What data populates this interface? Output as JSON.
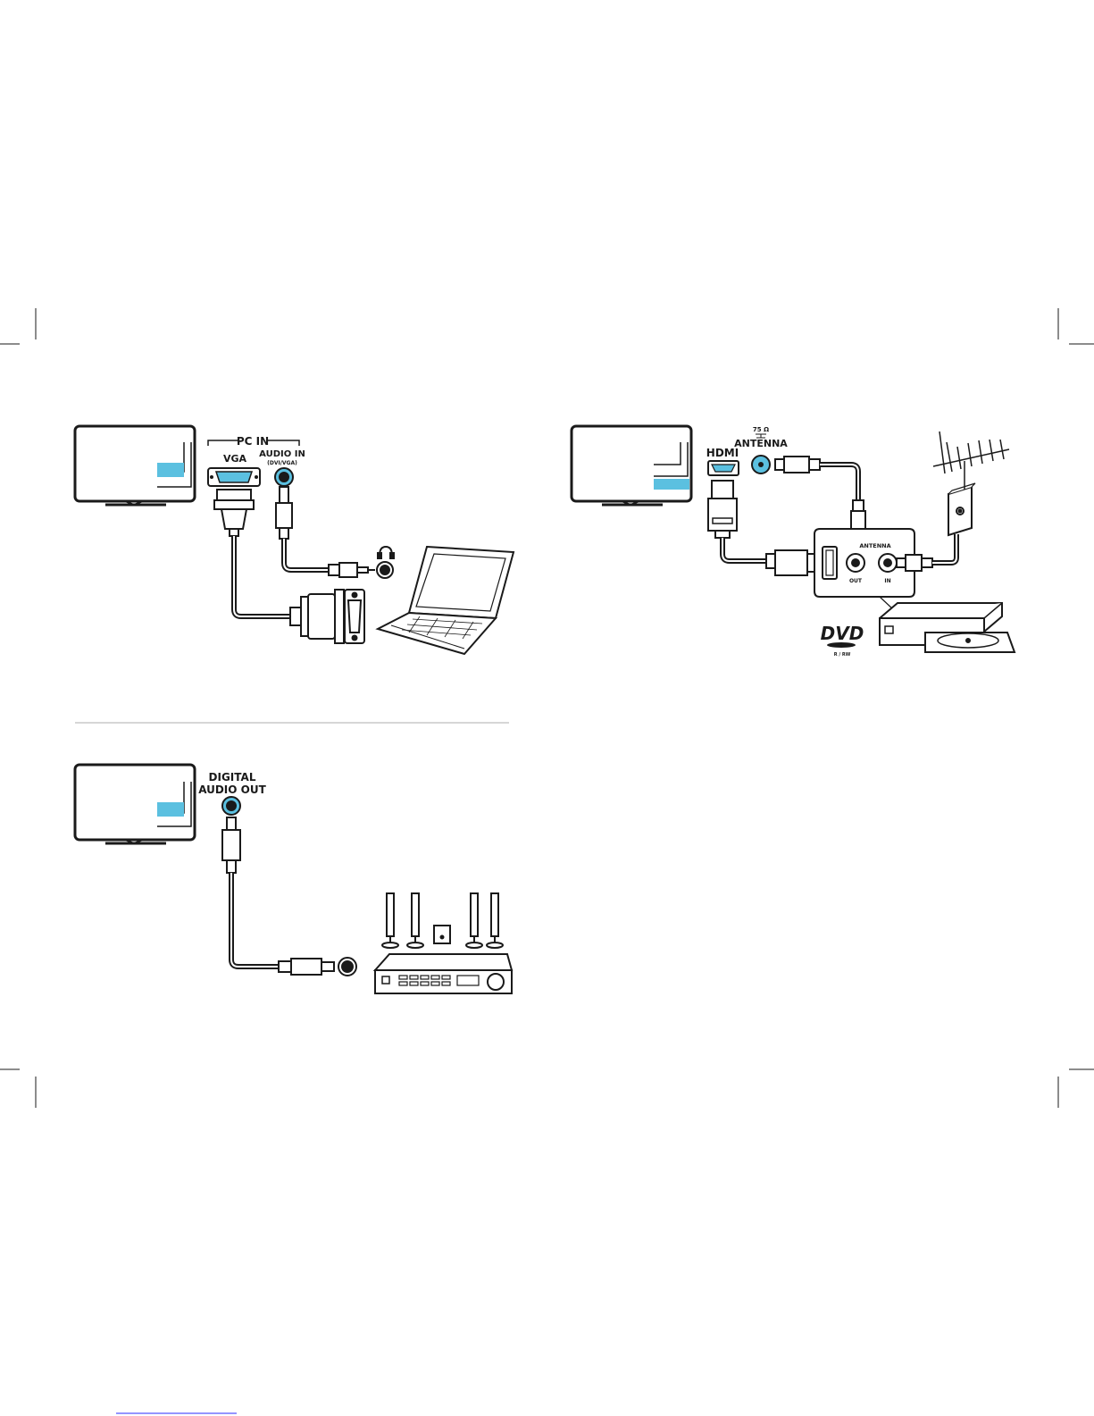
{
  "colors": {
    "accent": "#5bc0e0",
    "ink": "#1a1a1a",
    "divider": "#c8c8c8",
    "link_underline": "#2a2aff"
  },
  "pc_connection": {
    "group_label": "PC IN",
    "vga_label": "VGA",
    "audio_in_label": "AUDIO IN",
    "audio_in_sub": "(DVI/VGA)",
    "icons": [
      "tv-icon",
      "vga-port-icon",
      "audio-jack-icon",
      "headphone-icon",
      "laptop-icon"
    ]
  },
  "hdmi_connection": {
    "hdmi_label": "HDMI",
    "ohm_label": "75 Ω",
    "antenna_label": "ANTENNA",
    "device_antenna_label": "ANTENNA",
    "out_label": "OUT",
    "in_label": "IN",
    "dvd_logo": "DVD",
    "dvd_sub": "R / RW",
    "icons": [
      "tv-icon",
      "hdmi-port-icon",
      "antenna-port-icon",
      "roof-antenna-icon",
      "wall-socket-icon",
      "dvd-recorder-icon"
    ]
  },
  "audio_connection": {
    "line1": "DIGITAL",
    "line2": "AUDIO OUT",
    "icons": [
      "tv-icon",
      "coaxial-port-icon",
      "speaker-icon",
      "subwoofer-icon",
      "receiver-icon"
    ]
  }
}
